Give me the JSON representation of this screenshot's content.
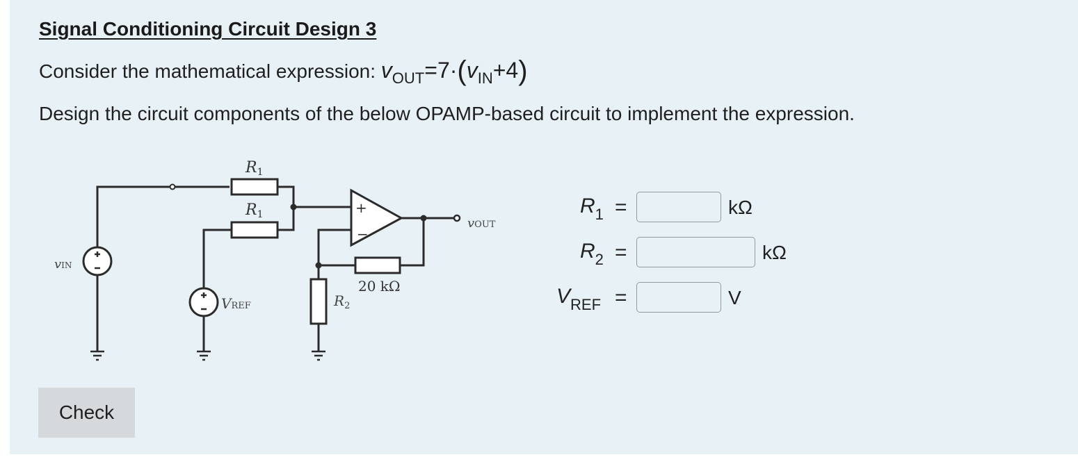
{
  "question": {
    "title": "Signal Conditioning Circuit Design 3",
    "expr_prefix": "Consider the mathematical expression: ",
    "expr": {
      "v": "v",
      "out_sub": "OUT",
      "eq_seven": "=7·",
      "open_paren": "(",
      "in_sub": "IN",
      "plus_four": "+4",
      "close_paren": ")"
    },
    "instruction": "Design the circuit components of the below OPAMP-based circuit to implement the expression."
  },
  "circuit": {
    "r1_top": "R",
    "r1_top_sub": "1",
    "r1_bottom": "R",
    "r1_bottom_sub": "1",
    "vin": "v",
    "vin_sub": "IN",
    "vref": "V",
    "vref_sub": "REF",
    "r2": "R",
    "r2_sub": "2",
    "rf": "20 kΩ",
    "vout": "v",
    "vout_sub": "OUT",
    "plus": "+",
    "minus": "−"
  },
  "answers": {
    "r1": {
      "label": "R",
      "sub": "1",
      "eq": "=",
      "value": "",
      "unit": "kΩ"
    },
    "r2": {
      "label": "R",
      "sub": "2",
      "eq": "=",
      "value": "",
      "unit": "kΩ"
    },
    "vref": {
      "label": "V",
      "sub": "REF",
      "eq": "=",
      "value": "",
      "unit": "V"
    }
  },
  "check_label": "Check"
}
